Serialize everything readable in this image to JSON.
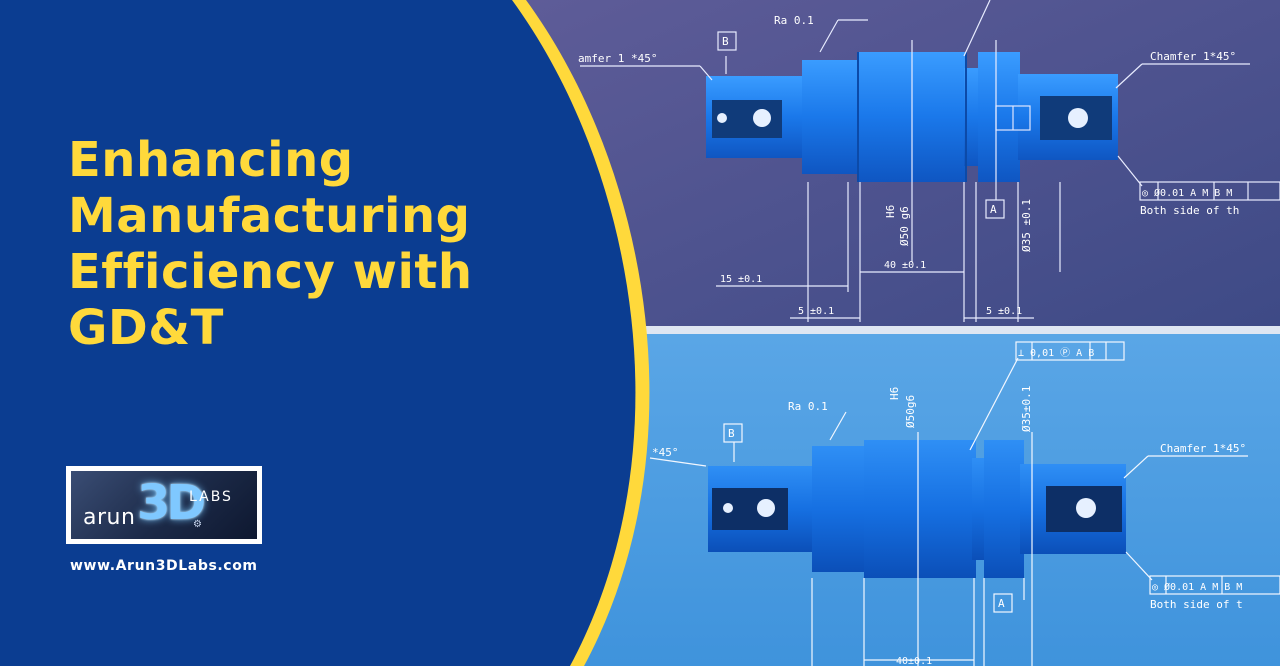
{
  "colors": {
    "panel_blue": "#0b3d91",
    "accent_yellow": "#ffd93b",
    "top_drawing_bg": "#5a5a94",
    "bottom_drawing_bg": "#4f9fe0",
    "part_blue": "#1b7ff0"
  },
  "headline": {
    "line1": "Enhancing",
    "line2": "Manufacturing",
    "line3": "Efficiency with",
    "line4": "GD&T"
  },
  "logo": {
    "word_arun": "arun",
    "word_3d": "3D",
    "word_labs": "LABS"
  },
  "website": "www.Arun3DLabs.com",
  "drawing_top": {
    "roughness": "Ra 0.1",
    "chamfer_left": "amfer 1 *45°",
    "chamfer_right": "Chamfer 1*45°",
    "datum_b": "B",
    "datum_a": "A",
    "fcf": "◎ Ø0.01 A M B M",
    "note": "Both side of th",
    "dim_dia50": "Ø50 g6",
    "dim_h6": "H6",
    "dim_dia35": "Ø35 ±0.1",
    "dim_15": "15 ±0.1",
    "dim_40": "40 ±0.1",
    "dim_5_left": "5 ±0.1",
    "dim_5_right": "5 ±0.1"
  },
  "drawing_bottom": {
    "roughness": "Ra 0.1",
    "chamfer_left": "*45°",
    "chamfer_right": "Chamfer 1*45°",
    "datum_b": "B",
    "datum_a": "A",
    "fcf_top": "⊥ 0,01 Ⓟ A B",
    "fcf": "◎ Ø0.01 A M B M",
    "note": "Both side of t",
    "dim_dia50": "Ø50g6",
    "dim_h6": "H6",
    "dim_dia35": "Ø35±0.1",
    "dim_40": "40±0.1"
  }
}
